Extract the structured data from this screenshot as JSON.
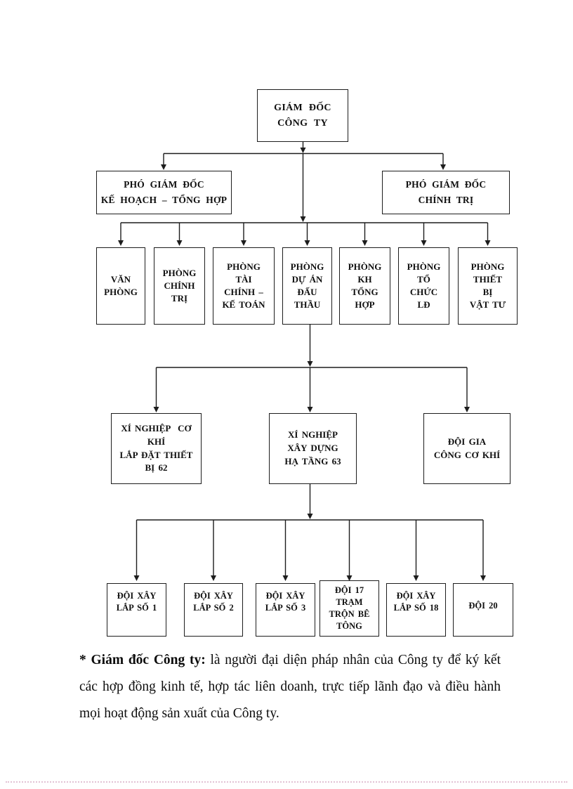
{
  "document": {
    "org_chart": {
      "director": {
        "label": "GIÁM ĐỐC\nCÔNG TY"
      },
      "deputies": [
        {
          "label": "PHÓ GIÁM ĐỐC\nKẾ HOẠCH – TỔNG HỢP"
        },
        {
          "label": "PHÓ GIÁM ĐỐC\nCHÍNH TRỊ"
        }
      ],
      "departments": [
        {
          "label": "VĂN\nPHÒNG"
        },
        {
          "label": "PHÒNG\nCHÍNH\nTRỊ"
        },
        {
          "label": "PHÒNG\nTÀI\nCHÍNH –\nKẾ TOÁN"
        },
        {
          "label": "PHÒNG\nDỰ ÁN\nĐẤU\nTHẦU"
        },
        {
          "label": "PHÒNG\nKH\nTỔNG\nHỢP"
        },
        {
          "label": "PHÒNG\nTỔ\nCHỨC\nLĐ"
        },
        {
          "label": "PHÒNG\nTHIẾT\nBỊ\nVẬT TƯ"
        }
      ],
      "units": [
        {
          "label": "XÍ NGHIỆP  CƠ\nKHÍ\nLẮP ĐẶT THIẾT\nBỊ 62"
        },
        {
          "label": "XÍ NGHIỆP\nXÂY DỰNG\nHẠ TẦNG 63"
        },
        {
          "label": "ĐỘI GIA\nCÔNG CƠ KHÍ"
        }
      ],
      "teams": [
        {
          "label": "ĐỘI XÂY\nLẮP SỐ 1"
        },
        {
          "label": "ĐỘI XÂY\nLẮP SỐ 2"
        },
        {
          "label": "ĐỘI XÂY\nLẮP SỐ 3"
        },
        {
          "label": "ĐỘI 17\nTRẠM\nTRỘN BÊ\nTÔNG"
        },
        {
          "label": "ĐỘI XÂY\nLẮP SỐ 18"
        },
        {
          "label": "ĐỘI 20"
        }
      ]
    },
    "footnote": {
      "lead": "* Giám đốc Công ty:",
      "body": " là người đại diện pháp nhân của Công ty để ký kết các hợp đồng kinh tế, hợp tác liên doanh, trực tiếp lãnh đạo và điều hành mọi hoạt động sản xuất của Công ty."
    },
    "colors": {
      "line": "#1d1d1d",
      "dotted_divider": "#ddb9ce"
    }
  }
}
